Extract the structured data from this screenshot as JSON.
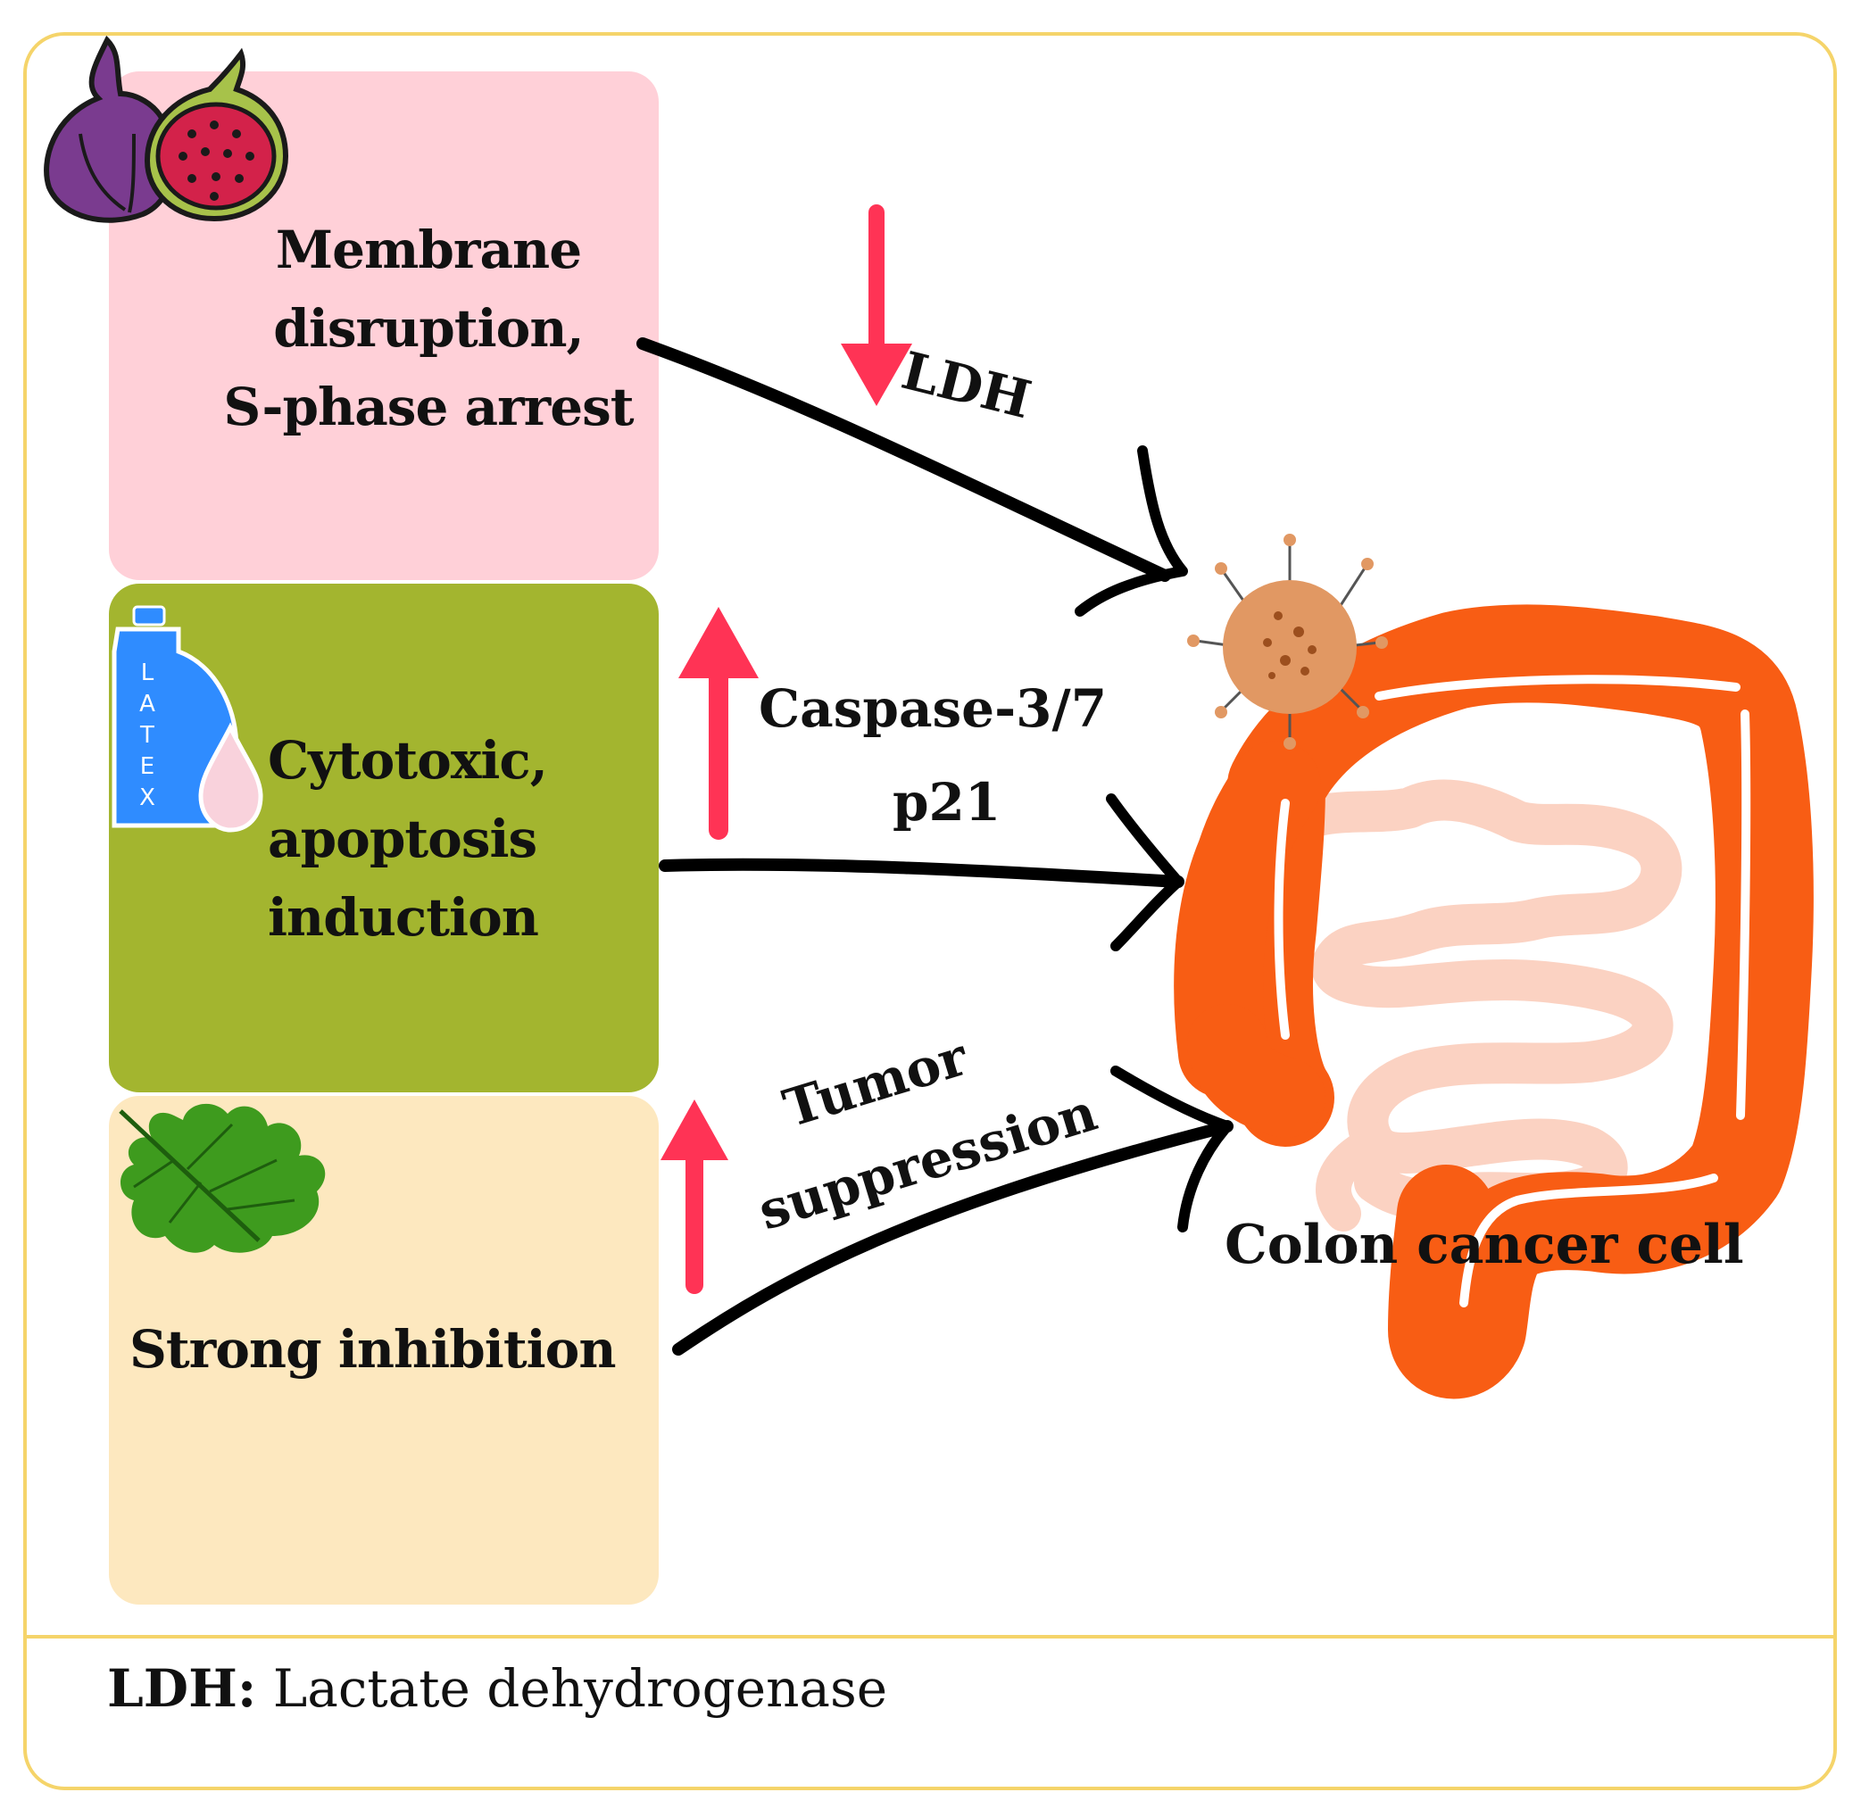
{
  "colors": {
    "frame": "#f5d46a",
    "panel_fruit": "#ffd0d8",
    "panel_latex": "#a3b52f",
    "panel_leaf": "#fde8bf",
    "up_down_arrows": "#ff3355",
    "connector_arrows": "#000000",
    "colon": "#f85d14",
    "small_intestine": "#fbd2c2",
    "cell": "#e19863"
  },
  "icons": {
    "fruit": "fig-fruit-icon",
    "latex": "latex-bottle-icon",
    "leaf": "fig-leaf-icon",
    "cell": "cancer-cell-icon",
    "organ": "colon-icon"
  },
  "panels": {
    "fruit": {
      "text": "Membrane\ndisruption,\nS-phase arrest",
      "marker": "decrease"
    },
    "latex": {
      "text": "Cytotoxic,\napoptosis\ninduction",
      "marker": "increase"
    },
    "leaf": {
      "text": "Strong inhibition",
      "marker": "increase"
    }
  },
  "latex_bottle_letters": [
    "L",
    "A",
    "T",
    "E",
    "X"
  ],
  "labels": {
    "ldh": "LDH",
    "caspase": "Caspase-3/7",
    "p21": "p21",
    "tumor": "Tumor",
    "suppression": "suppression",
    "target": "Colon cancer cell"
  },
  "legend": {
    "abbr": "LDH:",
    "definition": "Lactate dehydrogenase"
  }
}
